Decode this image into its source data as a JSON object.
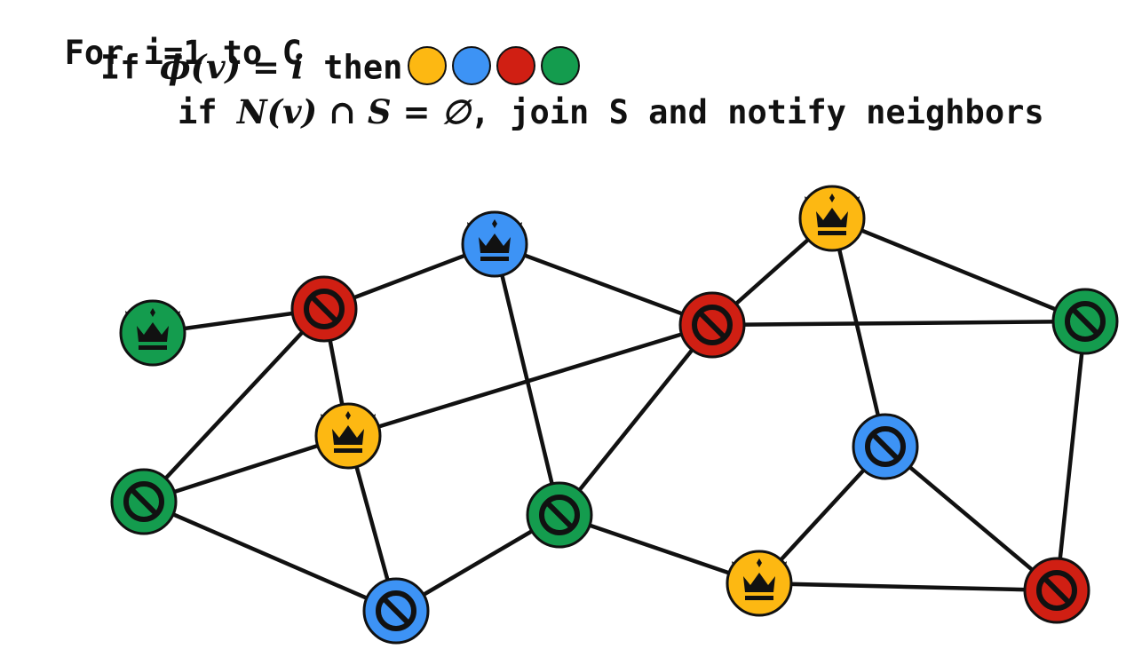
{
  "pseudocode": {
    "line1": "For i=1 to C",
    "line2_prefix": "If ",
    "line2_math": "ϕ(v) = i",
    "line2_suffix": " then",
    "line3_prefix": "if ",
    "line3_math": "N(v) ∩ S = ∅",
    "line3_suffix": ", join S and notify neighbors"
  },
  "colors": {
    "yellow": "#FDB812",
    "blue": "#3D93F5",
    "red": "#D01F13",
    "green": "#149C4E",
    "edge": "#111111",
    "symbol": "#111111"
  },
  "color_order": [
    "yellow",
    "blue",
    "red",
    "green"
  ],
  "graph": {
    "nodes": [
      {
        "id": "n1",
        "color": "green",
        "state": "crown"
      },
      {
        "id": "n2",
        "color": "red",
        "state": "blocked"
      },
      {
        "id": "n3",
        "color": "blue",
        "state": "crown"
      },
      {
        "id": "n4",
        "color": "yellow",
        "state": "crown"
      },
      {
        "id": "n5",
        "color": "green",
        "state": "blocked"
      },
      {
        "id": "n6",
        "color": "blue",
        "state": "blocked"
      },
      {
        "id": "n7",
        "color": "green",
        "state": "blocked"
      },
      {
        "id": "n8",
        "color": "red",
        "state": "blocked"
      },
      {
        "id": "n9",
        "color": "yellow",
        "state": "crown"
      },
      {
        "id": "n10",
        "color": "green",
        "state": "blocked"
      },
      {
        "id": "n11",
        "color": "blue",
        "state": "blocked"
      },
      {
        "id": "n12",
        "color": "yellow",
        "state": "crown"
      },
      {
        "id": "n13",
        "color": "red",
        "state": "blocked"
      }
    ],
    "edges": [
      [
        "n1",
        "n2"
      ],
      [
        "n2",
        "n3"
      ],
      [
        "n2",
        "n4"
      ],
      [
        "n2",
        "n5"
      ],
      [
        "n3",
        "n7"
      ],
      [
        "n3",
        "n8"
      ],
      [
        "n4",
        "n5"
      ],
      [
        "n4",
        "n6"
      ],
      [
        "n4",
        "n8"
      ],
      [
        "n5",
        "n6"
      ],
      [
        "n6",
        "n7"
      ],
      [
        "n7",
        "n8"
      ],
      [
        "n7",
        "n12"
      ],
      [
        "n8",
        "n9"
      ],
      [
        "n8",
        "n10"
      ],
      [
        "n9",
        "n10"
      ],
      [
        "n9",
        "n11"
      ],
      [
        "n10",
        "n13"
      ],
      [
        "n11",
        "n12"
      ],
      [
        "n11",
        "n13"
      ],
      [
        "n12",
        "n13"
      ]
    ]
  }
}
